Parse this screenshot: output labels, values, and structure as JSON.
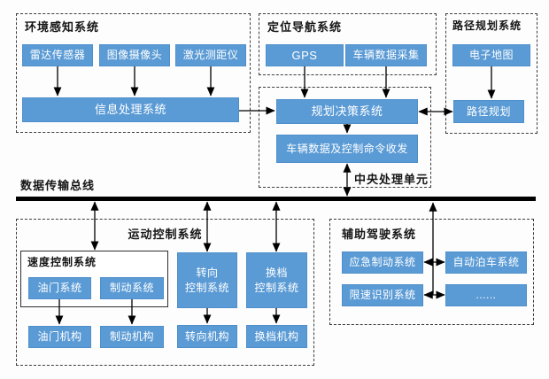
{
  "colors": {
    "node_blue": "#5B9BD5",
    "node_border": "#4e8ecb",
    "line_black": "#000000",
    "text_dark": "#161616"
  },
  "env_system": {
    "title": "环境感知系统",
    "sensors": [
      "雷达传感器",
      "图像摄像头",
      "激光测距仪"
    ],
    "processor": "信息处理系统"
  },
  "nav_system": {
    "title": "定位导航系统",
    "gps": "GPS",
    "vehicle_data": "车辆数据采集"
  },
  "path_system": {
    "title": "路径规划系统",
    "map": "电子地图",
    "planning": "路径规划"
  },
  "cpu_unit": {
    "label": "中央处理单元",
    "decision": "规划决策系统",
    "transceiver": "车辆数据及控制命令收发"
  },
  "bus": {
    "label": "数据传输总线"
  },
  "motion_system": {
    "title": "运动控制系统",
    "speed_control": {
      "title": "速度控制系统",
      "throttle": "油门系统",
      "brake": "制动系统"
    },
    "throttle_mech": "油门机构",
    "brake_mech": "制动机构",
    "steering": {
      "line1": "转向",
      "line2": "控制系统"
    },
    "gear": {
      "line1": "换档",
      "line2": "控制系统"
    },
    "steering_mech": "转向机构",
    "gear_mech": "换档机构"
  },
  "assist_system": {
    "title": "辅助驾驶系统",
    "emergency_brake": "应急制动系统",
    "auto_parking": "自动泊车系统",
    "speed_limit": "限速识别系统",
    "more": "......"
  }
}
